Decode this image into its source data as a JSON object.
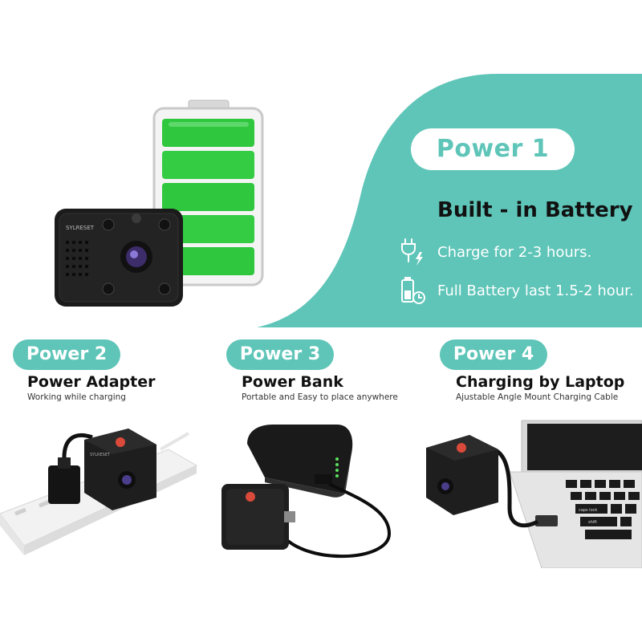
{
  "colors": {
    "accent": "#5ec5b8",
    "battery_green": "#2fc73e",
    "device": "#1b1b1b"
  },
  "main": {
    "pill": "Power 1",
    "heading": "Built - in Battery",
    "features": [
      {
        "icon": "plug-charging-icon",
        "text": "Charge for 2-3 hours."
      },
      {
        "icon": "battery-clock-icon",
        "text": "Full Battery last 1.5-2 hour."
      }
    ],
    "device_label": "SYLRESET"
  },
  "options": [
    {
      "pill": "Power 2",
      "title": "Power Adapter",
      "desc": "Working while charging"
    },
    {
      "pill": "Power 3",
      "title": "Power Bank",
      "desc": "Portable and Easy to place anywhere"
    },
    {
      "pill": "Power 4",
      "title": "Charging by Laptop",
      "desc": "Ajustable Angle Mount Charging Cable"
    }
  ],
  "laptop_keys": [
    "caps lock",
    "shift"
  ]
}
